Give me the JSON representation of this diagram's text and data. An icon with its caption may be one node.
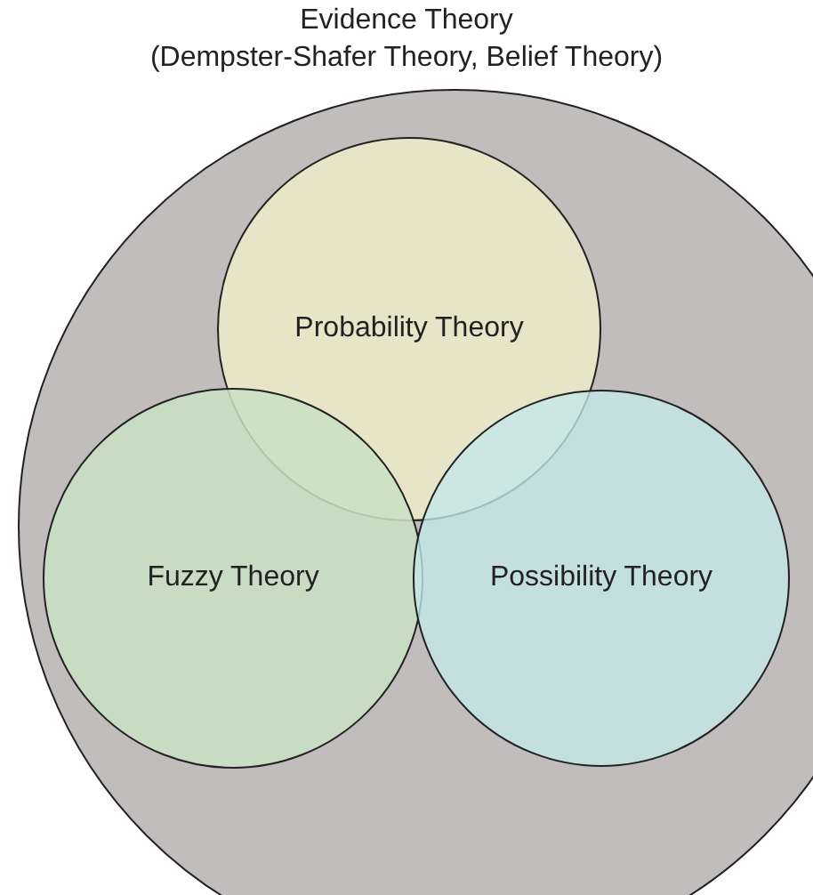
{
  "diagram": {
    "nodes": [
      {
        "text": [
          "Evidence Theory",
          "(Dempster-Shafer Theory, Belief Theory)"
        ]
      },
      {
        "text": [
          "Probability Theory"
        ],
        "in": 0
      },
      {
        "text": [
          "Fuzzy Theory"
        ],
        "in": 0
      },
      {
        "text": [
          "Possibility Theory"
        ],
        "in": 0
      }
    ],
    "edges": []
  }
}
